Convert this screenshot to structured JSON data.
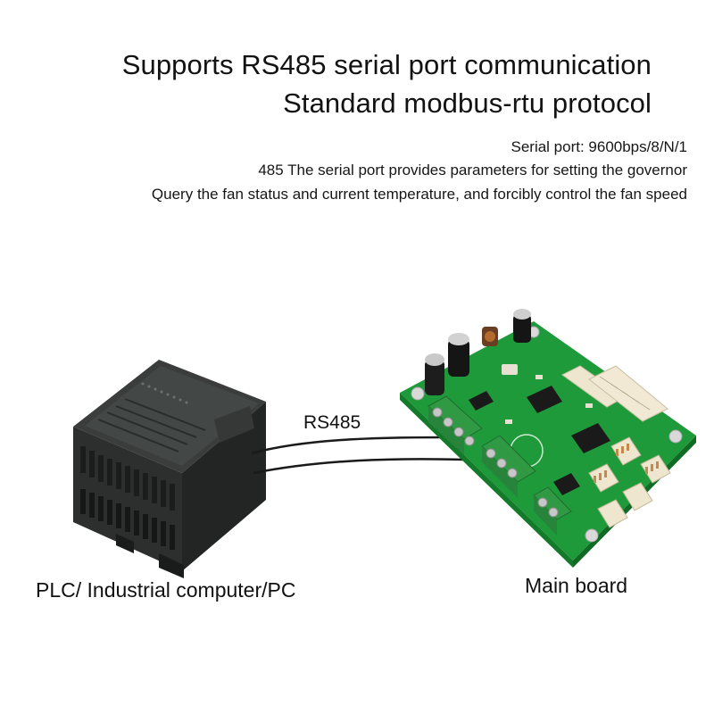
{
  "heading": {
    "line1": "Supports RS485 serial port communication",
    "line2": "Standard modbus-rtu protocol"
  },
  "specs": {
    "line1": "Serial port: 9600bps/8/N/1",
    "line2": "485 The serial port provides parameters for setting the governor",
    "line3": "Query the fan status and current temperature, and forcibly control the fan speed"
  },
  "diagram": {
    "cable_label": "RS485",
    "left_device_label": "PLC/ Industrial computer/PC",
    "right_device_label": "Main board"
  },
  "colors": {
    "pcb": "#1f9a3a",
    "plc_body": "#2a2d2c",
    "terminal": "#2f9a43",
    "connector": "#efe6cf"
  }
}
